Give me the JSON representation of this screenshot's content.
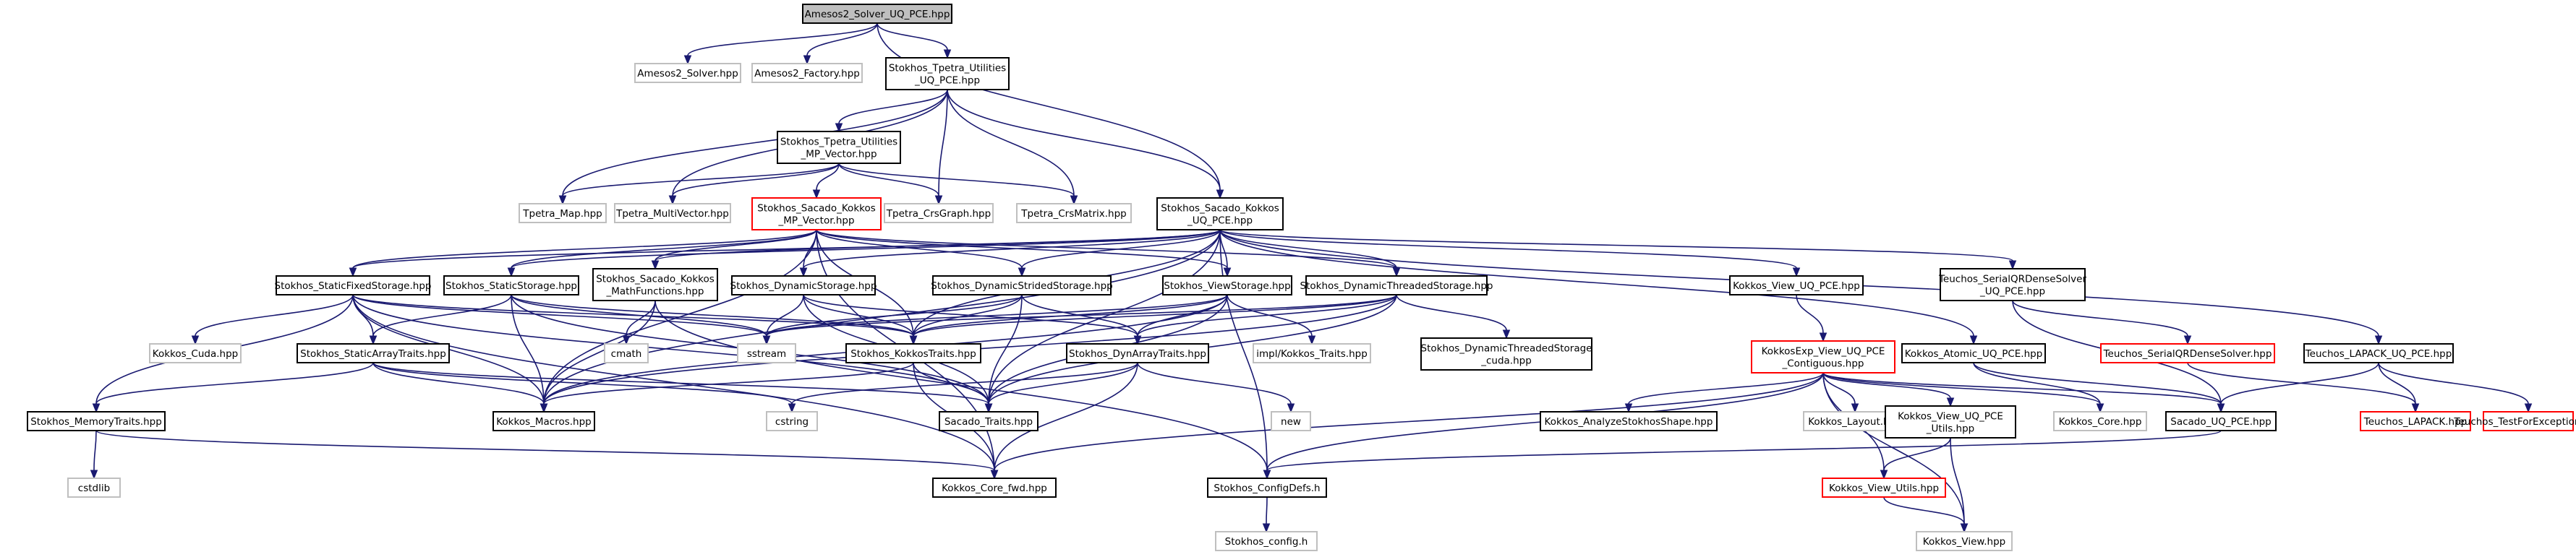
{
  "colors": {
    "edge": "#191970",
    "border_normal": "#000000",
    "border_missing": "#bfbfbf",
    "border_truncated": "#ff0000",
    "fill_root": "#bfbfbf",
    "fill_default": "#ffffff"
  },
  "nodes": [
    {
      "id": "n_root",
      "kind": "root",
      "lines": [
        "Amesos2_Solver_UQ_PCE.hpp"
      ]
    },
    {
      "id": "n_amesos_solver",
      "kind": "missing",
      "lines": [
        "Amesos2_Solver.hpp"
      ]
    },
    {
      "id": "n_amesos_factory",
      "kind": "missing",
      "lines": [
        "Amesos2_Factory.hpp"
      ]
    },
    {
      "id": "n_tpetra_util_uqpce",
      "kind": "normal",
      "lines": [
        "Stokhos_Tpetra_Utilities",
        "_UQ_PCE.hpp"
      ]
    },
    {
      "id": "n_tpetra_util_mpv",
      "kind": "normal",
      "lines": [
        "Stokhos_Tpetra_Utilities",
        "_MP_Vector.hpp"
      ]
    },
    {
      "id": "n_tpetra_map",
      "kind": "missing",
      "lines": [
        "Tpetra_Map.hpp"
      ]
    },
    {
      "id": "n_tpetra_multivector",
      "kind": "missing",
      "lines": [
        "Tpetra_MultiVector.hpp"
      ]
    },
    {
      "id": "n_tpetra_crsgraph",
      "kind": "missing",
      "lines": [
        "Tpetra_CrsGraph.hpp"
      ]
    },
    {
      "id": "n_tpetra_crsmatrix",
      "kind": "missing",
      "lines": [
        "Tpetra_CrsMatrix.hpp"
      ]
    },
    {
      "id": "n_sacado_kokkos_mpv",
      "kind": "truncated",
      "lines": [
        "Stokhos_Sacado_Kokkos",
        "_MP_Vector.hpp"
      ]
    },
    {
      "id": "n_sacado_kokkos_uqpce",
      "kind": "normal",
      "lines": [
        "Stokhos_Sacado_Kokkos",
        "_UQ_PCE.hpp"
      ]
    },
    {
      "id": "n_static_fixed",
      "kind": "normal",
      "lines": [
        "Stokhos_StaticFixedStorage.hpp"
      ]
    },
    {
      "id": "n_static_storage",
      "kind": "normal",
      "lines": [
        "Stokhos_StaticStorage.hpp"
      ]
    },
    {
      "id": "n_sacado_kokkos_math",
      "kind": "normal",
      "lines": [
        "Stokhos_Sacado_Kokkos",
        "_MathFunctions.hpp"
      ]
    },
    {
      "id": "n_dynamic_storage",
      "kind": "normal",
      "lines": [
        "Stokhos_DynamicStorage.hpp"
      ]
    },
    {
      "id": "n_dynamic_strided",
      "kind": "normal",
      "lines": [
        "Stokhos_DynamicStridedStorage.hpp"
      ]
    },
    {
      "id": "n_view_storage",
      "kind": "normal",
      "lines": [
        "Stokhos_ViewStorage.hpp"
      ]
    },
    {
      "id": "n_dynamic_threaded",
      "kind": "normal",
      "lines": [
        "Stokhos_DynamicThreadedStorage.hpp"
      ]
    },
    {
      "id": "n_kokkos_view_uqpce",
      "kind": "normal",
      "lines": [
        "Kokkos_View_UQ_PCE.hpp"
      ]
    },
    {
      "id": "n_teuchos_serialqr_uqpce",
      "kind": "normal",
      "lines": [
        "Teuchos_SerialQRDenseSolver",
        "_UQ_PCE.hpp"
      ]
    },
    {
      "id": "n_kokkos_cuda",
      "kind": "missing",
      "lines": [
        "Kokkos_Cuda.hpp"
      ]
    },
    {
      "id": "n_static_array_traits",
      "kind": "normal",
      "lines": [
        "Stokhos_StaticArrayTraits.hpp"
      ]
    },
    {
      "id": "n_cmath",
      "kind": "missing",
      "lines": [
        "cmath"
      ]
    },
    {
      "id": "n_sstream",
      "kind": "missing",
      "lines": [
        "sstream"
      ]
    },
    {
      "id": "n_kokkos_traits",
      "kind": "normal",
      "lines": [
        "Stokhos_KokkosTraits.hpp"
      ]
    },
    {
      "id": "n_dyn_array_traits",
      "kind": "normal",
      "lines": [
        "Stokhos_DynArrayTraits.hpp"
      ]
    },
    {
      "id": "n_impl_kokkos_traits",
      "kind": "missing",
      "lines": [
        "impl/Kokkos_Traits.hpp"
      ]
    },
    {
      "id": "n_dynamic_threaded_cuda",
      "kind": "normal",
      "lines": [
        "Stokhos_DynamicThreadedStorage",
        "_cuda.hpp"
      ]
    },
    {
      "id": "n_kokkosexp_view_uqpce_contig",
      "kind": "truncated",
      "lines": [
        "KokkosExp_View_UQ_PCE",
        "_Contiguous.hpp"
      ]
    },
    {
      "id": "n_kokkos_atomic_uqpce",
      "kind": "normal",
      "lines": [
        "Kokkos_Atomic_UQ_PCE.hpp"
      ]
    },
    {
      "id": "n_teuchos_serialqr",
      "kind": "truncated",
      "lines": [
        "Teuchos_SerialQRDenseSolver.hpp"
      ]
    },
    {
      "id": "n_teuchos_lapack_uqpce",
      "kind": "normal",
      "lines": [
        "Teuchos_LAPACK_UQ_PCE.hpp"
      ]
    },
    {
      "id": "n_memory_traits",
      "kind": "normal",
      "lines": [
        "Stokhos_MemoryTraits.hpp"
      ]
    },
    {
      "id": "n_kokkos_macros",
      "kind": "normal",
      "lines": [
        "Kokkos_Macros.hpp"
      ]
    },
    {
      "id": "n_cstring",
      "kind": "missing",
      "lines": [
        "cstring"
      ]
    },
    {
      "id": "n_sacado_traits",
      "kind": "normal",
      "lines": [
        "Sacado_Traits.hpp"
      ]
    },
    {
      "id": "n_new",
      "kind": "missing",
      "lines": [
        "new"
      ]
    },
    {
      "id": "n_kokkos_analyze",
      "kind": "normal",
      "lines": [
        "Kokkos_AnalyzeStokhosShape.hpp"
      ]
    },
    {
      "id": "n_kokkos_layout",
      "kind": "missing",
      "lines": [
        "Kokkos_Layout.hpp"
      ]
    },
    {
      "id": "n_kokkos_view_uqpce_utils",
      "kind": "normal",
      "lines": [
        "Kokkos_View_UQ_PCE",
        "_Utils.hpp"
      ]
    },
    {
      "id": "n_kokkos_core",
      "kind": "missing",
      "lines": [
        "Kokkos_Core.hpp"
      ]
    },
    {
      "id": "n_sacado_uqpce",
      "kind": "normal",
      "lines": [
        "Sacado_UQ_PCE.hpp"
      ]
    },
    {
      "id": "n_teuchos_lapack",
      "kind": "truncated",
      "lines": [
        "Teuchos_LAPACK.hpp"
      ]
    },
    {
      "id": "n_teuchos_testforexc",
      "kind": "truncated",
      "lines": [
        "Teuchos_TestForException.hpp"
      ]
    },
    {
      "id": "n_cstdlib",
      "kind": "missing",
      "lines": [
        "cstdlib"
      ]
    },
    {
      "id": "n_kokkos_core_fwd",
      "kind": "normal",
      "lines": [
        "Kokkos_Core_fwd.hpp"
      ]
    },
    {
      "id": "n_stokhos_configdefs",
      "kind": "normal",
      "lines": [
        "Stokhos_ConfigDefs.h"
      ]
    },
    {
      "id": "n_kokkos_view_utils",
      "kind": "truncated",
      "lines": [
        "Kokkos_View_Utils.hpp"
      ]
    },
    {
      "id": "n_stokhos_config",
      "kind": "missing",
      "lines": [
        "Stokhos_config.h"
      ]
    },
    {
      "id": "n_kokkos_view",
      "kind": "missing",
      "lines": [
        "Kokkos_View.hpp"
      ]
    }
  ],
  "edges": [
    [
      "n_root",
      "n_amesos_solver"
    ],
    [
      "n_root",
      "n_amesos_factory"
    ],
    [
      "n_root",
      "n_tpetra_util_uqpce"
    ],
    [
      "n_root",
      "n_sacado_kokkos_uqpce"
    ],
    [
      "n_tpetra_util_uqpce",
      "n_tpetra_util_mpv"
    ],
    [
      "n_tpetra_util_uqpce",
      "n_tpetra_map"
    ],
    [
      "n_tpetra_util_uqpce",
      "n_tpetra_multivector"
    ],
    [
      "n_tpetra_util_uqpce",
      "n_tpetra_crsgraph"
    ],
    [
      "n_tpetra_util_uqpce",
      "n_tpetra_crsmatrix"
    ],
    [
      "n_tpetra_util_uqpce",
      "n_sacado_kokkos_uqpce"
    ],
    [
      "n_tpetra_util_mpv",
      "n_tpetra_map"
    ],
    [
      "n_tpetra_util_mpv",
      "n_tpetra_multivector"
    ],
    [
      "n_tpetra_util_mpv",
      "n_sacado_kokkos_mpv"
    ],
    [
      "n_tpetra_util_mpv",
      "n_tpetra_crsgraph"
    ],
    [
      "n_tpetra_util_mpv",
      "n_tpetra_crsmatrix"
    ],
    [
      "n_sacado_kokkos_mpv",
      "n_static_fixed"
    ],
    [
      "n_sacado_kokkos_mpv",
      "n_static_storage"
    ],
    [
      "n_sacado_kokkos_mpv",
      "n_dynamic_storage"
    ],
    [
      "n_sacado_kokkos_mpv",
      "n_dynamic_strided"
    ],
    [
      "n_sacado_kokkos_mpv",
      "n_view_storage"
    ],
    [
      "n_sacado_kokkos_mpv",
      "n_dynamic_threaded"
    ],
    [
      "n_sacado_kokkos_mpv",
      "n_sacado_kokkos_math"
    ],
    [
      "n_sacado_kokkos_mpv",
      "n_kokkos_traits"
    ],
    [
      "n_sacado_kokkos_mpv",
      "n_kokkos_macros"
    ],
    [
      "n_sacado_kokkos_mpv",
      "n_kokkos_core_fwd"
    ],
    [
      "n_sacado_kokkos_uqpce",
      "n_static_fixed"
    ],
    [
      "n_sacado_kokkos_uqpce",
      "n_static_storage"
    ],
    [
      "n_sacado_kokkos_uqpce",
      "n_sacado_kokkos_math"
    ],
    [
      "n_sacado_kokkos_uqpce",
      "n_dynamic_storage"
    ],
    [
      "n_sacado_kokkos_uqpce",
      "n_dynamic_strided"
    ],
    [
      "n_sacado_kokkos_uqpce",
      "n_view_storage"
    ],
    [
      "n_sacado_kokkos_uqpce",
      "n_dynamic_threaded"
    ],
    [
      "n_sacado_kokkos_uqpce",
      "n_kokkos_view_uqpce"
    ],
    [
      "n_sacado_kokkos_uqpce",
      "n_teuchos_serialqr_uqpce"
    ],
    [
      "n_sacado_kokkos_uqpce",
      "n_kokkos_atomic_uqpce"
    ],
    [
      "n_sacado_kokkos_uqpce",
      "n_teuchos_lapack_uqpce"
    ],
    [
      "n_sacado_kokkos_uqpce",
      "n_kokkos_traits"
    ],
    [
      "n_sacado_kokkos_uqpce",
      "n_sacado_traits"
    ],
    [
      "n_sacado_kokkos_uqpce",
      "n_stokhos_configdefs"
    ],
    [
      "n_sacado_kokkos_uqpce",
      "n_kokkos_macros"
    ],
    [
      "n_static_fixed",
      "n_kokkos_cuda"
    ],
    [
      "n_static_fixed",
      "n_static_array_traits"
    ],
    [
      "n_static_fixed",
      "n_memory_traits"
    ],
    [
      "n_static_fixed",
      "n_sstream"
    ],
    [
      "n_static_fixed",
      "n_kokkos_traits"
    ],
    [
      "n_static_fixed",
      "n_kokkos_macros"
    ],
    [
      "n_static_fixed",
      "n_sacado_traits"
    ],
    [
      "n_static_fixed",
      "n_kokkos_core_fwd"
    ],
    [
      "n_static_storage",
      "n_static_array_traits"
    ],
    [
      "n_static_storage",
      "n_sstream"
    ],
    [
      "n_static_storage",
      "n_kokkos_traits"
    ],
    [
      "n_static_storage",
      "n_kokkos_macros"
    ],
    [
      "n_static_storage",
      "n_sacado_traits"
    ],
    [
      "n_sacado_kokkos_math",
      "n_cmath"
    ],
    [
      "n_sacado_kokkos_math",
      "n_kokkos_macros"
    ],
    [
      "n_sacado_kokkos_math",
      "n_stokhos_configdefs"
    ],
    [
      "n_dynamic_storage",
      "n_sstream"
    ],
    [
      "n_dynamic_storage",
      "n_kokkos_traits"
    ],
    [
      "n_dynamic_storage",
      "n_dyn_array_traits"
    ],
    [
      "n_dynamic_storage",
      "n_sacado_traits"
    ],
    [
      "n_dynamic_strided",
      "n_sstream"
    ],
    [
      "n_dynamic_strided",
      "n_kokkos_traits"
    ],
    [
      "n_dynamic_strided",
      "n_dyn_array_traits"
    ],
    [
      "n_dynamic_strided",
      "n_sacado_traits"
    ],
    [
      "n_view_storage",
      "n_sstream"
    ],
    [
      "n_view_storage",
      "n_kokkos_traits"
    ],
    [
      "n_view_storage",
      "n_dyn_array_traits"
    ],
    [
      "n_view_storage",
      "n_impl_kokkos_traits"
    ],
    [
      "n_view_storage",
      "n_kokkos_macros"
    ],
    [
      "n_view_storage",
      "n_sacado_traits"
    ],
    [
      "n_dynamic_threaded",
      "n_sstream"
    ],
    [
      "n_dynamic_threaded",
      "n_kokkos_traits"
    ],
    [
      "n_dynamic_threaded",
      "n_dyn_array_traits"
    ],
    [
      "n_dynamic_threaded",
      "n_dynamic_threaded_cuda"
    ],
    [
      "n_dynamic_threaded",
      "n_sacado_traits"
    ],
    [
      "n_dynamic_threaded",
      "n_kokkos_macros"
    ],
    [
      "n_static_array_traits",
      "n_memory_traits"
    ],
    [
      "n_static_array_traits",
      "n_kokkos_macros"
    ],
    [
      "n_static_array_traits",
      "n_cstring"
    ],
    [
      "n_static_array_traits",
      "n_sacado_traits"
    ],
    [
      "n_kokkos_traits",
      "n_kokkos_macros"
    ],
    [
      "n_kokkos_traits",
      "n_sacado_traits"
    ],
    [
      "n_kokkos_traits",
      "n_kokkos_core_fwd"
    ],
    [
      "n_dyn_array_traits",
      "n_cstring"
    ],
    [
      "n_dyn_array_traits",
      "n_new"
    ],
    [
      "n_dyn_array_traits",
      "n_kokkos_core_fwd"
    ],
    [
      "n_dyn_array_traits",
      "n_sacado_traits"
    ],
    [
      "n_memory_traits",
      "n_cstdlib"
    ],
    [
      "n_memory_traits",
      "n_kokkos_core_fwd"
    ],
    [
      "n_kokkos_view_uqpce",
      "n_kokkosexp_view_uqpce_contig"
    ],
    [
      "n_kokkosexp_view_uqpce_contig",
      "n_kokkos_analyze"
    ],
    [
      "n_kokkosexp_view_uqpce_contig",
      "n_kokkos_layout"
    ],
    [
      "n_kokkosexp_view_uqpce_contig",
      "n_kokkos_view_uqpce_utils"
    ],
    [
      "n_kokkosexp_view_uqpce_contig",
      "n_kokkos_core"
    ],
    [
      "n_kokkosexp_view_uqpce_contig",
      "n_sacado_uqpce"
    ],
    [
      "n_kokkosexp_view_uqpce_contig",
      "n_kokkos_view_utils"
    ],
    [
      "n_kokkosexp_view_uqpce_contig",
      "n_kokkos_view"
    ],
    [
      "n_kokkosexp_view_uqpce_contig",
      "n_kokkos_core_fwd"
    ],
    [
      "n_kokkosexp_view_uqpce_contig",
      "n_stokhos_configdefs"
    ],
    [
      "n_kokkos_view_uqpce_utils",
      "n_kokkos_view_utils"
    ],
    [
      "n_kokkos_view_uqpce_utils",
      "n_kokkos_view"
    ],
    [
      "n_kokkos_view_utils",
      "n_kokkos_view"
    ],
    [
      "n_kokkos_atomic_uqpce",
      "n_kokkos_core"
    ],
    [
      "n_kokkos_atomic_uqpce",
      "n_sacado_uqpce"
    ],
    [
      "n_teuchos_serialqr_uqpce",
      "n_teuchos_serialqr"
    ],
    [
      "n_teuchos_serialqr_uqpce",
      "n_sacado_uqpce"
    ],
    [
      "n_teuchos_serialqr",
      "n_teuchos_lapack"
    ],
    [
      "n_teuchos_lapack_uqpce",
      "n_sacado_uqpce"
    ],
    [
      "n_teuchos_lapack_uqpce",
      "n_teuchos_lapack"
    ],
    [
      "n_teuchos_lapack_uqpce",
      "n_teuchos_testforexc"
    ],
    [
      "n_sacado_uqpce",
      "n_stokhos_configdefs"
    ],
    [
      "n_stokhos_configdefs",
      "n_stokhos_config"
    ]
  ]
}
